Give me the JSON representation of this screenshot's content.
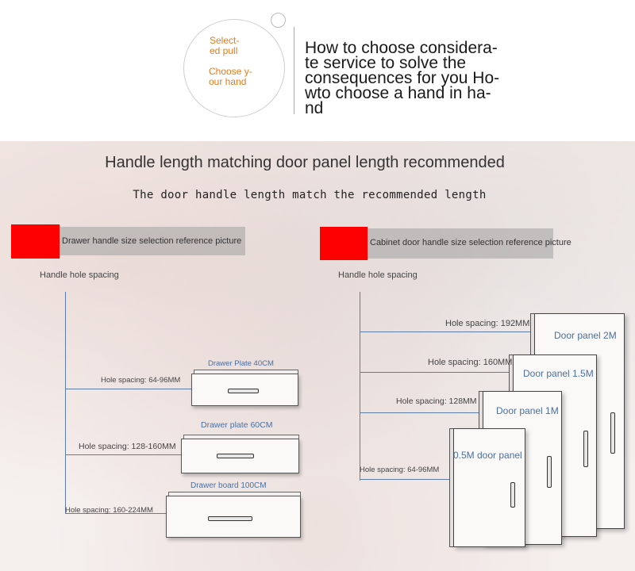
{
  "header": {
    "orange_1": [
      "Select-",
      "ed pull"
    ],
    "orange_2": [
      "Choose y-",
      "our hand"
    ],
    "headline": [
      "How to choose considera-",
      "te service to solve the",
      "consequences for you Ho-",
      "wto choose a hand in ha-",
      "nd"
    ]
  },
  "main": {
    "title": "Handle length matching door panel length recommended",
    "subtitle": "The door handle length match the recommended length"
  },
  "drawer_section": {
    "heading": "Drawer handle size selection reference picture",
    "axis_label": "Handle hole spacing",
    "items": [
      {
        "name": "Drawer Plate 40CM",
        "spacing": "Hole spacing: 64-96MM"
      },
      {
        "name": "Drawer plate 60CM",
        "spacing": "Hole spacing: 128-160MM"
      },
      {
        "name": "Drawer board 100CM",
        "spacing": "Hole spacing: 160-224MM"
      }
    ]
  },
  "door_section": {
    "heading": "Cabinet door handle size selection reference picture",
    "axis_label": "Handle hole spacing",
    "items": [
      {
        "name": "Door panel 2M",
        "spacing": "Hole spacing: 192MM"
      },
      {
        "name": "Door panel 1.5M",
        "spacing": "Hole spacing: 160MM"
      },
      {
        "name": "Door panel 1M",
        "spacing": "Hole spacing: 128MM"
      },
      {
        "name": "0.5M door panel",
        "spacing": "Hole spacing: 64-96MM"
      }
    ]
  },
  "colors": {
    "accent_red": "#ff0000",
    "orange_text": "#e87a1c",
    "label_blue": "#4a6fa0"
  }
}
